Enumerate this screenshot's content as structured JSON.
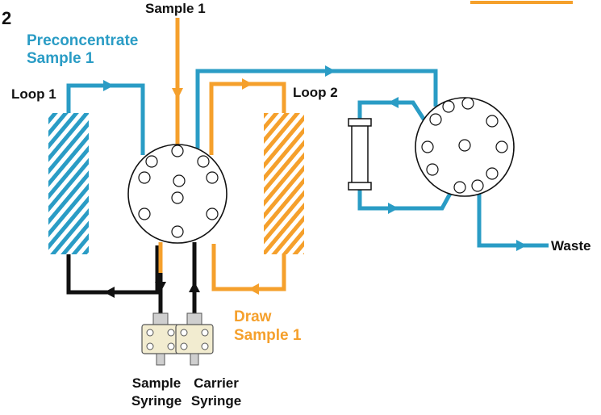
{
  "panel_number": "2",
  "labels": {
    "sample_in": "Sample 1",
    "preconcentrate_line1": "Preconcentrate",
    "preconcentrate_line2": "Sample 1",
    "loop1": "Loop 1",
    "loop2": "Loop 2",
    "waste": "Waste",
    "draw_line1": "Draw",
    "draw_line2": "Sample 1",
    "sample_syringe_line1": "Sample",
    "sample_syringe_line2": "Syringe",
    "carrier_syringe_line1": "Carrier",
    "carrier_syringe_line2": "Syringe"
  },
  "colors": {
    "blue": "#2a9cc5",
    "orange": "#f5a02c",
    "black": "#111111"
  }
}
